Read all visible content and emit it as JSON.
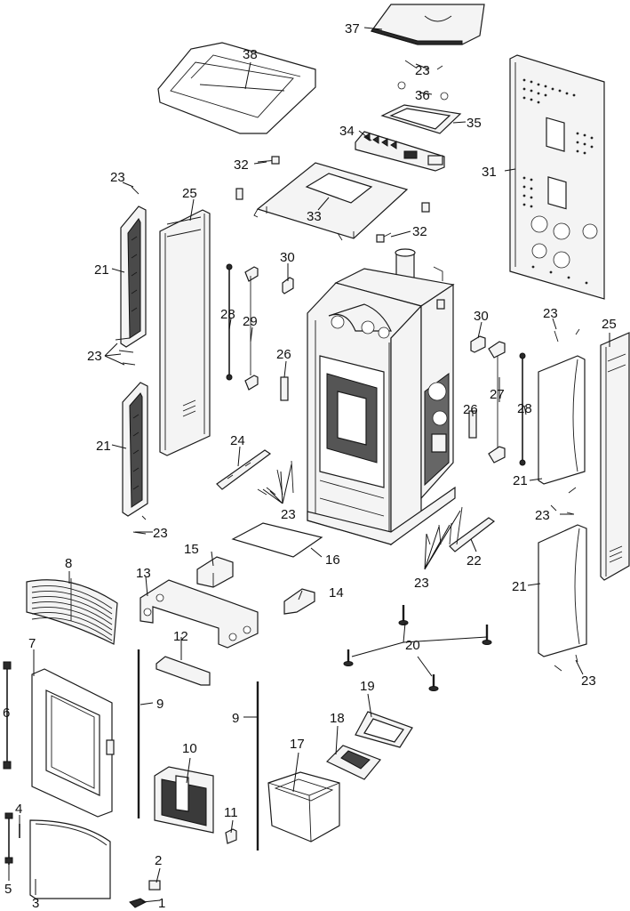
{
  "labels": {
    "l1": "1",
    "l2": "2",
    "l3": "3",
    "l4": "4",
    "l5": "5",
    "l6": "6",
    "l7": "7",
    "l8": "8",
    "l9a": "9",
    "l9b": "9",
    "l10": "10",
    "l11": "11",
    "l12": "12",
    "l13": "13",
    "l14": "14",
    "l15": "15",
    "l16": "16",
    "l17": "17",
    "l18": "18",
    "l19": "19",
    "l20": "20",
    "l21a": "21",
    "l21b": "21",
    "l21c": "21",
    "l21d": "21",
    "l22": "22",
    "l23a": "23",
    "l23b": "23",
    "l23c": "23",
    "l23d": "23",
    "l23e": "23",
    "l23f": "23",
    "l23g": "23",
    "l23h": "23",
    "l23i": "23",
    "l24": "24",
    "l25a": "25",
    "l25b": "25",
    "l26a": "26",
    "l26b": "26",
    "l27": "27",
    "l28a": "28",
    "l28b": "28",
    "l29": "29",
    "l30a": "30",
    "l30b": "30",
    "l31": "31",
    "l32a": "32",
    "l32b": "32",
    "l33": "33",
    "l34": "34",
    "l35": "35",
    "l36": "36",
    "l37": "37",
    "l38": "38"
  }
}
